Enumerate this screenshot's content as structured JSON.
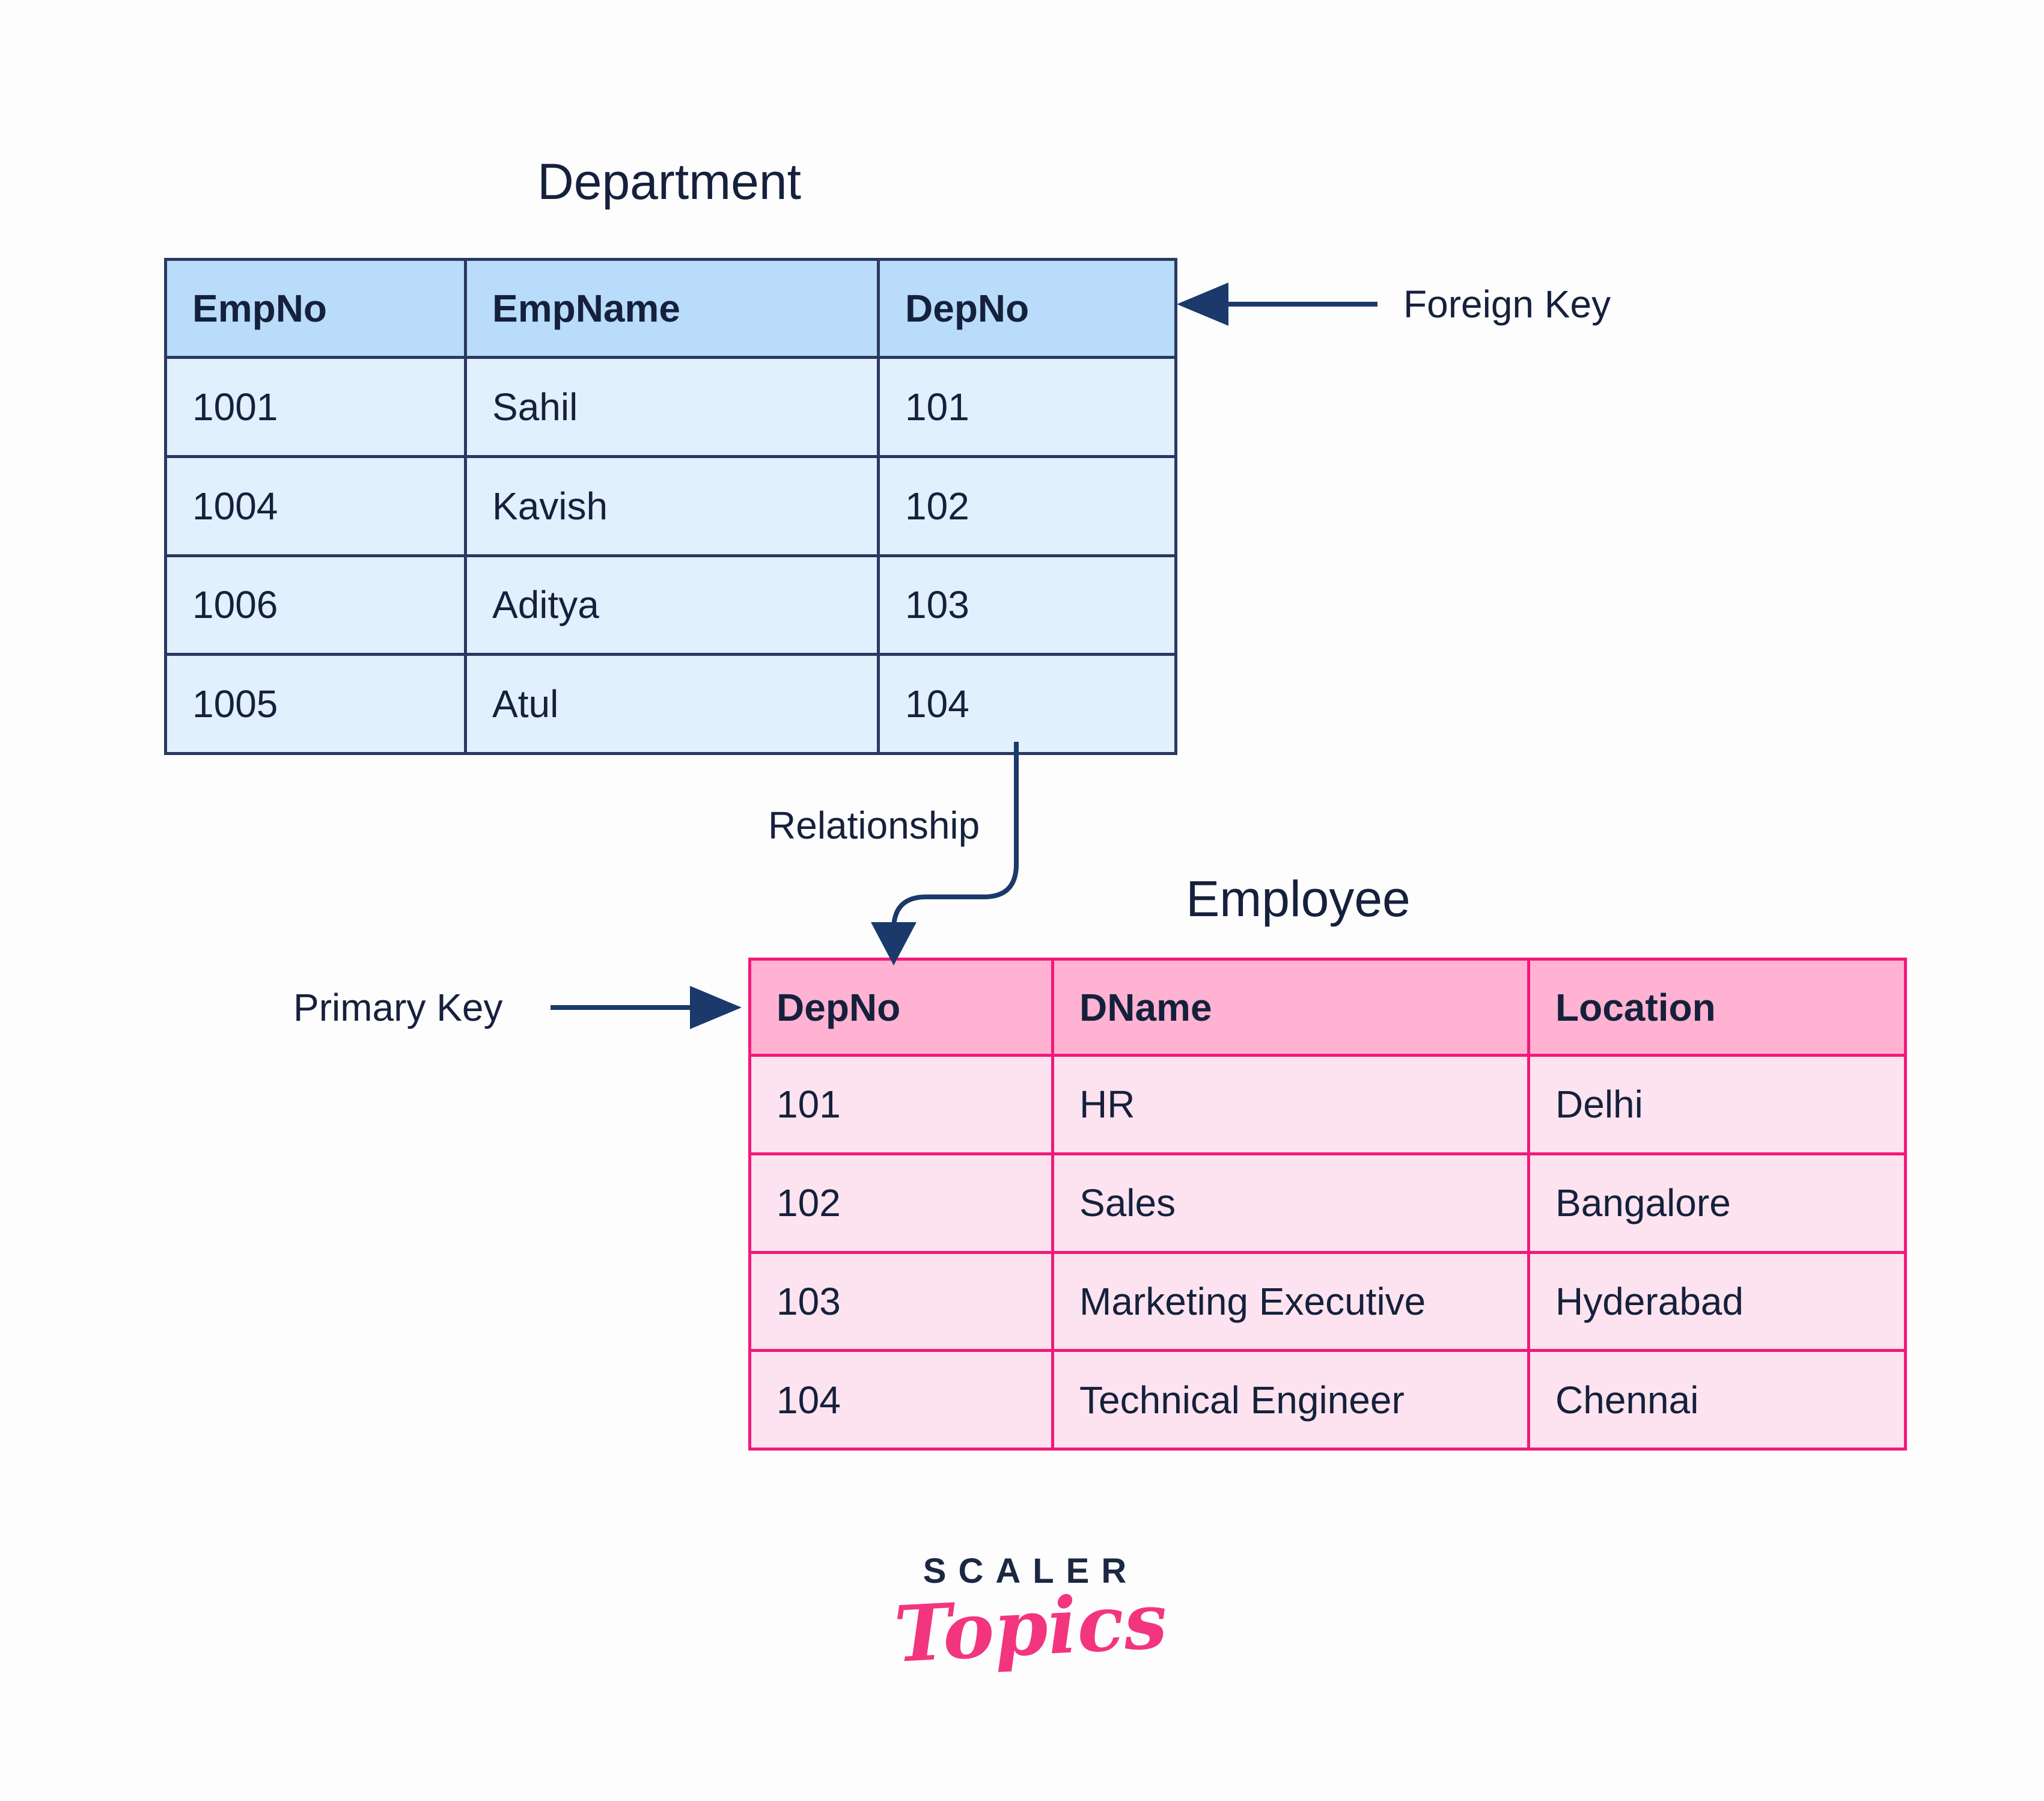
{
  "department_table": {
    "title": "Department",
    "columns": [
      "EmpNo",
      "EmpName",
      "DepNo"
    ],
    "rows": [
      [
        "1001",
        "Sahil",
        "101"
      ],
      [
        "1004",
        "Kavish",
        "102"
      ],
      [
        "1006",
        "Aditya",
        "103"
      ],
      [
        "1005",
        "Atul",
        "104"
      ]
    ]
  },
  "employee_table": {
    "title": "Employee",
    "columns": [
      "DepNo",
      "DName",
      "Location"
    ],
    "rows": [
      [
        "101",
        "HR",
        "Delhi"
      ],
      [
        "102",
        "Sales",
        "Bangalore"
      ],
      [
        "103",
        "Marketing Executive",
        "Hyderabad"
      ],
      [
        "104",
        "Technical Engineer",
        "Chennai"
      ]
    ]
  },
  "annotations": {
    "foreign_key": "Foreign Key",
    "primary_key": "Primary Key",
    "relationship": "Relationship"
  },
  "logo": {
    "line1": "SCALER",
    "line2": "Topics"
  },
  "colors": {
    "canvas_bg": "#fdfdfe",
    "text": "#15213c",
    "navy_border": "#2a3860",
    "blue_header": "#b8dcfa",
    "blue_row": "#e2effc",
    "pink_border": "#f1197b",
    "pink_header": "#ffb2d1",
    "pink_row": "#fce3ef",
    "arrow": "#1b3a6b",
    "logo_navy": "#1c2742",
    "logo_pink": "#f2357e"
  }
}
